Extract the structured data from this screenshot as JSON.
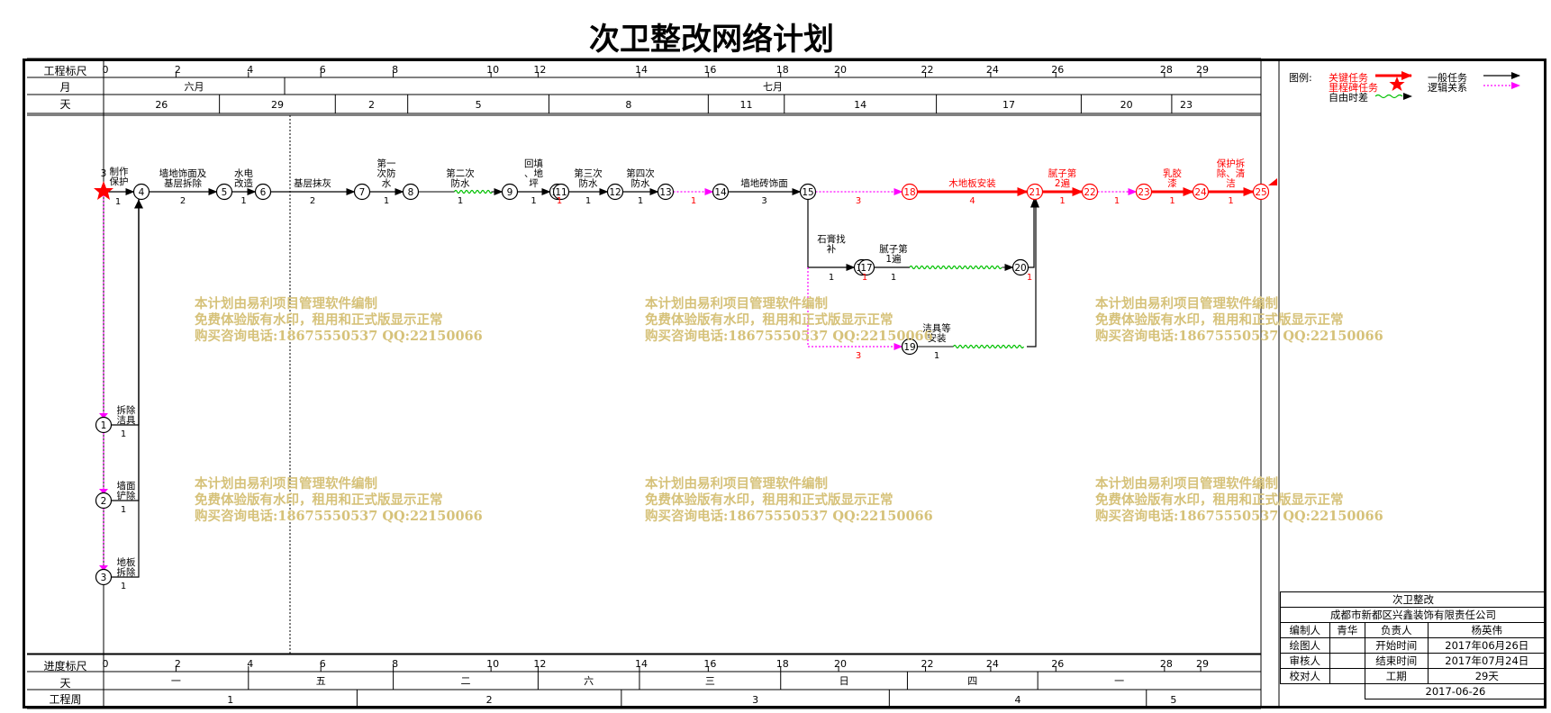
{
  "title": "次卫整改网络计划",
  "header_rows": {
    "scale_label": "工程标尺",
    "month_label": "月",
    "day_label": "天",
    "scale_ticks": [
      "0",
      "2",
      "4",
      "6",
      "8",
      "10",
      "12",
      "14",
      "16",
      "18",
      "20",
      "22",
      "24",
      "26",
      "28",
      "29"
    ],
    "months": [
      "六月",
      "七月"
    ],
    "days": [
      "26",
      "29",
      "2",
      "5",
      "8",
      "11",
      "14",
      "17",
      "20",
      "23"
    ]
  },
  "footer_rows": {
    "progress_label": "进度标尺",
    "weekday_label": "天",
    "week_label": "工程周",
    "scale_ticks": [
      "0",
      "2",
      "4",
      "6",
      "8",
      "10",
      "12",
      "14",
      "16",
      "18",
      "20",
      "22",
      "24",
      "26",
      "28",
      "29"
    ],
    "weekdays": [
      "一",
      "五",
      "二",
      "六",
      "三",
      "日",
      "四",
      "一"
    ],
    "weeks": [
      "1",
      "2",
      "3",
      "4",
      "5"
    ]
  },
  "legend": {
    "title": "图例:",
    "critical_task": "关键任务",
    "milestone_task": "里程碑任务",
    "free_float": "自由时差",
    "general_task": "一般任务",
    "logic_relation": "逻辑关系"
  },
  "colors": {
    "critical": "#ff0000",
    "logic": "#ff00ff",
    "float": "#00c000",
    "normal": "#000000",
    "watermark": "#d6c27a"
  },
  "nodes": [
    "1",
    "2",
    "3",
    "4",
    "5",
    "6",
    "7",
    "8",
    "9",
    "10",
    "11",
    "12",
    "13",
    "14",
    "15",
    "16",
    "17",
    "18",
    "19",
    "20",
    "21",
    "22",
    "23",
    "24",
    "25"
  ],
  "tasks": {
    "prep": {
      "name": "制作保护",
      "dur": "1",
      "prefix": "3"
    },
    "n4_5": {
      "name": "墙地饰面及基层拆除",
      "dur": "2"
    },
    "n5_6": {
      "name": "水电改造",
      "dur": "1"
    },
    "n6_7": {
      "name": "基层抹灰",
      "dur": "2"
    },
    "n7_8": {
      "name": "第一次防水",
      "dur": "1"
    },
    "n8_9": {
      "name": "第二次防水",
      "dur": "1"
    },
    "n9_10": {
      "name": "回填、地坪",
      "dur": "1"
    },
    "n10_11": {
      "dur": "1"
    },
    "n11_12": {
      "name": "第三次防水",
      "dur": "1"
    },
    "n12_13": {
      "name": "第四次防水",
      "dur": "1"
    },
    "n13_14": {
      "dur": "1"
    },
    "n14_15": {
      "name": "墙地砖饰面",
      "dur": "3"
    },
    "n15_18": {
      "dur": "3"
    },
    "n18_21": {
      "name": "木地板安装",
      "dur": "4"
    },
    "n21_22": {
      "name": "腻子第2遍",
      "dur": "1"
    },
    "n22_23": {
      "dur": "1"
    },
    "n23_24": {
      "name": "乳胶漆",
      "dur": "1"
    },
    "n24_25": {
      "name": "保护拆除、清洁",
      "dur": "1"
    },
    "n15_16": {
      "name": "石膏找补",
      "dur": "1"
    },
    "n16_17": {
      "dur": "1"
    },
    "n17_20": {
      "name": "腻子第1遍",
      "dur": "1"
    },
    "n20_21": {
      "dur": "1"
    },
    "n15_19": {
      "dur": "3"
    },
    "n19_21": {
      "name": "洁具等安装",
      "dur": "1"
    },
    "n1": {
      "name": "拆除洁具",
      "dur": "1"
    },
    "n2": {
      "name": "墙面铲除",
      "dur": "1"
    },
    "n3": {
      "name": "地板拆除",
      "dur": "1"
    }
  },
  "watermark_lines": [
    "本计划由易利项目管理软件编制",
    "免费体验版有水印，租用和正式版显示正常",
    "购买咨询电话:18675550537 QQ:22150066"
  ],
  "info": {
    "project": "次卫整改",
    "company": "成都市新都区兴鑫装饰有限责任公司",
    "editor_label": "编制人",
    "editor": "青华",
    "manager_label": "负责人",
    "manager": "杨英伟",
    "drawer_label": "绘图人",
    "start_label": "开始时间",
    "start": "2017年06月26日",
    "reviewer_label": "审核人",
    "end_label": "结束时间",
    "end": "2017年07月24日",
    "checker_label": "校对人",
    "duration_label": "工期",
    "duration": "29天",
    "date": "2017-06-26"
  }
}
